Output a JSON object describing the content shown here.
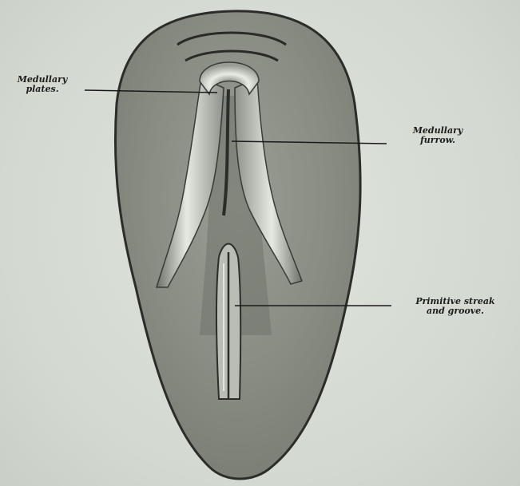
{
  "labels": {
    "medullary_plates": [
      "Medullary",
      "plates."
    ],
    "medullary_furrow": [
      "Medullary",
      "furrow."
    ],
    "primitive_streak": [
      "Primitive streak",
      "and groove."
    ]
  },
  "colors": {
    "embryo_fill": "#8c8f86",
    "embryo_outline": "#2c2d29",
    "plate_highlight": "#e8ebe4",
    "leader_line": "#1a1a1a",
    "background": "#d7ddd6"
  }
}
